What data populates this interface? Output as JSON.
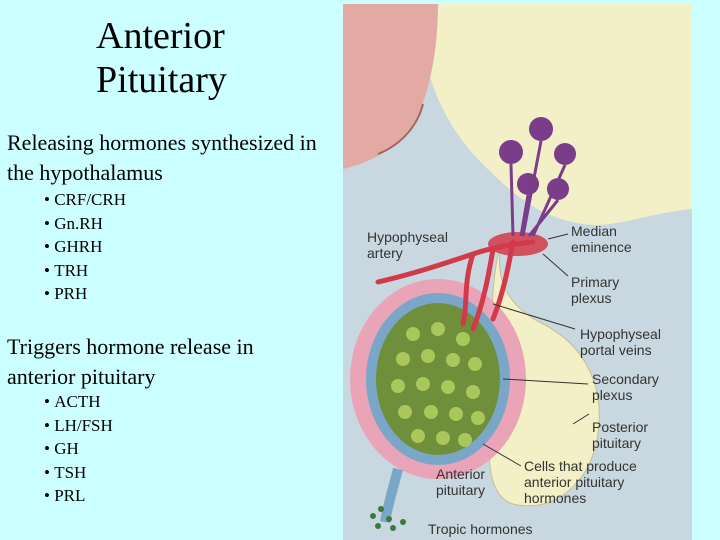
{
  "title": {
    "line1": "Anterior",
    "line2": "Pituitary"
  },
  "section1": {
    "heading": "Releasing hormones synthesized in the hypothalamus",
    "items": [
      "CRF/CRH",
      "Gn.RH",
      "GHRH",
      "TRH",
      "PRH"
    ]
  },
  "section2": {
    "heading": "Triggers hormone release in anterior pituitary",
    "items": [
      "ACTH",
      "LH/FSH",
      "GH",
      "TSH",
      "PRL"
    ]
  },
  "figure": {
    "labels": {
      "hypophyseal_artery_1": "Hypophyseal",
      "hypophyseal_artery_2": "artery",
      "median_eminence_1": "Median",
      "median_eminence_2": "eminence",
      "primary_plexus_1": "Primary",
      "primary_plexus_2": "plexus",
      "portal_veins_1": "Hypophyseal",
      "portal_veins_2": "portal veins",
      "secondary_plexus_1": "Secondary",
      "secondary_plexus_2": "plexus",
      "posterior_pituitary_1": "Posterior",
      "posterior_pituitary_2": "pituitary",
      "anterior_pituitary_1": "Anterior",
      "anterior_pituitary_2": "pituitary",
      "cells_1": "Cells that produce",
      "cells_2": "anterior pituitary",
      "cells_3": "hormones",
      "tropic_hormones": "Tropic hormones"
    }
  }
}
